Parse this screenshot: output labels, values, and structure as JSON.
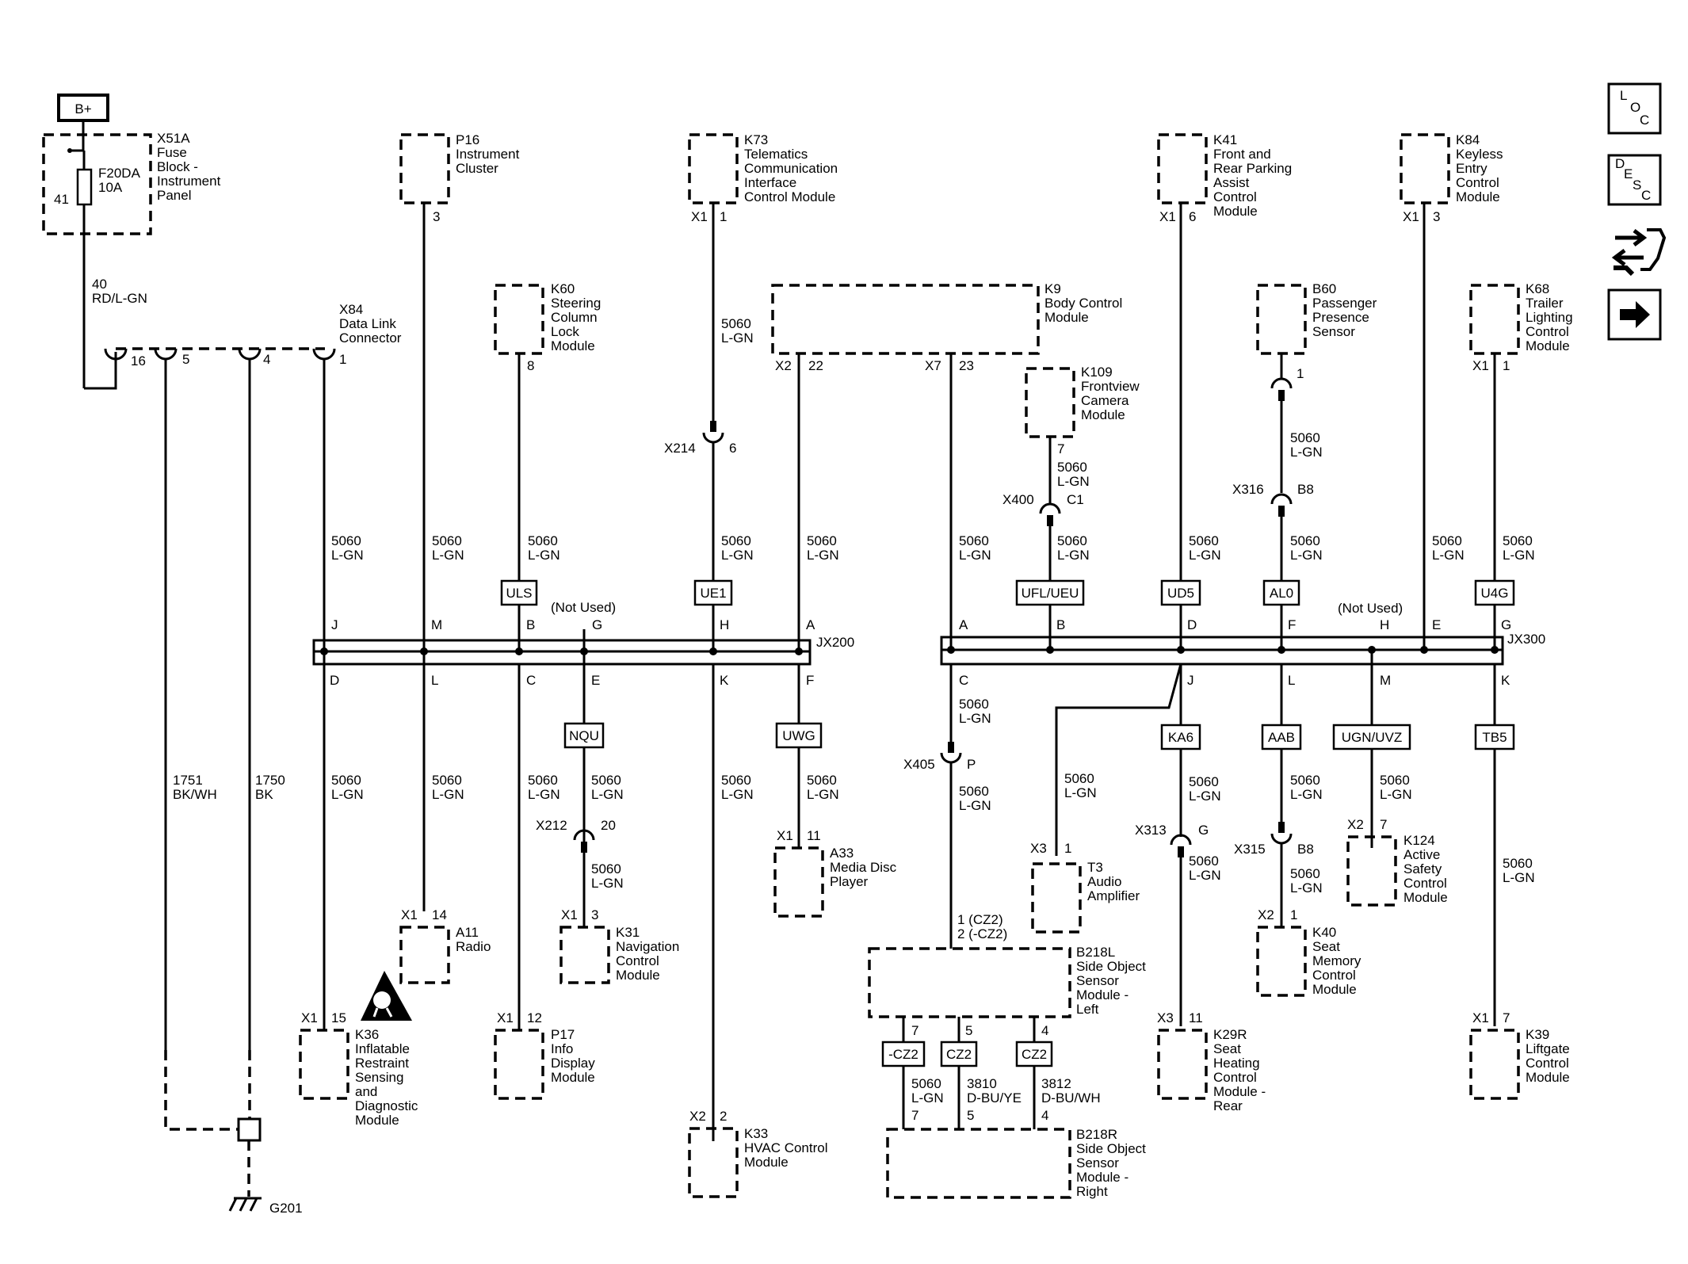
{
  "source": {
    "b_plus": "B+",
    "fuse_block_lines": [
      "X51A",
      "Fuse",
      "Block -",
      "Instrument",
      "Panel"
    ],
    "fuse_lines": [
      "F20DA",
      "10A"
    ],
    "fuse_pin": "41",
    "wire_top": [
      "40",
      "RD/L-GN"
    ]
  },
  "dlc": {
    "lines": [
      "X84",
      "Data Link",
      "Connector"
    ],
    "pins": [
      "16",
      "5",
      "4",
      "1"
    ]
  },
  "modules": {
    "p16": [
      "P16",
      "Instrument",
      "Cluster"
    ],
    "k73": [
      "K73",
      "Telematics",
      "Communication",
      "Interface",
      "Control Module"
    ],
    "k41": [
      "K41",
      "Front and",
      "Rear Parking",
      "Assist",
      "Control",
      "Module"
    ],
    "k84": [
      "K84",
      "Keyless",
      "Entry",
      "Control",
      "Module"
    ],
    "k60": [
      "K60",
      "Steering",
      "Column",
      "Lock",
      "Module"
    ],
    "k9": [
      "K9",
      "Body Control",
      "Module"
    ],
    "b60": [
      "B60",
      "Passenger",
      "Presence",
      "Sensor"
    ],
    "k68": [
      "K68",
      "Trailer",
      "Lighting",
      "Control",
      "Module"
    ],
    "k109": [
      "K109",
      "Frontview",
      "Camera",
      "Module"
    ],
    "a11": [
      "A11",
      "Radio"
    ],
    "k36": [
      "K36",
      "Inflatable",
      "Restraint",
      "Sensing",
      "and",
      "Diagnostic",
      "Module"
    ],
    "p17": [
      "P17",
      "Info",
      "Display",
      "Module"
    ],
    "k31": [
      "K31",
      "Navigation",
      "Control",
      "Module"
    ],
    "a33": [
      "A33",
      "Media Disc",
      "Player"
    ],
    "k33": [
      "K33",
      "HVAC Control",
      "Module"
    ],
    "t3": [
      "T3",
      "Audio",
      "Amplifier"
    ],
    "k124": [
      "K124",
      "Active",
      "Safety",
      "Control",
      "Module"
    ],
    "k40": [
      "K40",
      "Seat",
      "Memory",
      "Control",
      "Module"
    ],
    "k29r": [
      "K29R",
      "Seat",
      "Heating",
      "Control",
      "Module -",
      "Rear"
    ],
    "k39": [
      "K39",
      "Liftgate",
      "Control",
      "Module"
    ],
    "b218l": [
      "B218L",
      "Side Object",
      "Sensor",
      "Module -",
      "Left"
    ],
    "b218r": [
      "B218R",
      "Side Object",
      "Sensor",
      "Module -",
      "Right"
    ]
  },
  "pins": {
    "p16": "3",
    "k73_conn": "X1",
    "k73": "1",
    "k41_conn": "X1",
    "k41": "6",
    "k84_conn": "X1",
    "k84": "3",
    "k60": "8",
    "k9_x2": "X2",
    "k9_22": "22",
    "k9_x7": "X7",
    "k9_23": "23",
    "b60": "1",
    "k68_conn": "X1",
    "k68": "1",
    "k109": "7",
    "a11_conn": "X1",
    "a11": "14",
    "k36_conn": "X1",
    "k36": "15",
    "p17_conn": "X1",
    "p17": "12",
    "k31_conn": "X1",
    "k31": "3",
    "a33_conn": "X1",
    "a33": "11",
    "k33_conn": "X2",
    "k33": "2",
    "t3_conn": "X3",
    "t3": "1",
    "k124_conn": "X2",
    "k124": "7",
    "k40_conn": "X2",
    "k40": "1",
    "k29r_conn": "X3",
    "k29r": "11",
    "k39_conn": "X1",
    "k39": "7",
    "b218l_a": "1 (CZ2)",
    "b218l_b": "2 (-CZ2)",
    "b218l_p1": "7",
    "b218l_p2": "5",
    "b218l_p3": "4",
    "b218r_p1": "7",
    "b218r_p2": "5",
    "b218r_p3": "4"
  },
  "inline": {
    "x214": "X214",
    "x214_pin": "6",
    "x400": "X400",
    "x400_pin": "C1",
    "x316": "X316",
    "x316_pin": "B8",
    "x405": "X405",
    "x405_pin": "P",
    "x212": "X212",
    "x212_pin": "20",
    "x313": "X313",
    "x313_pin": "G",
    "x315": "X315",
    "x315_pin": "B8"
  },
  "wire": {
    "num": "5060",
    "color": "L-GN",
    "w1751": "1751",
    "c1751": "BK/WH",
    "w1750": "1750",
    "c1750": "BK",
    "w3810": "3810",
    "c3810": "D-BU/YE",
    "w3812": "3812",
    "c3812": "D-BU/WH"
  },
  "splices": {
    "jx200": "JX200",
    "jx300": "JX300",
    "not_used": "(Not Used)",
    "jx200_top": [
      "J",
      "M",
      "B",
      "G",
      "H",
      "A"
    ],
    "jx200_bot": [
      "D",
      "L",
      "C",
      "E",
      "K",
      "F"
    ],
    "jx300_top": [
      "A",
      "B",
      "D",
      "F",
      "H",
      "E",
      "G"
    ],
    "jx300_bot": [
      "C",
      "J",
      "L",
      "M",
      "K"
    ]
  },
  "badges": {
    "uls": "ULS",
    "ue1": "UE1",
    "ufl": "UFL/UEU",
    "ud5": "UD5",
    "al0": "AL0",
    "u4g": "U4G",
    "nqu": "NQU",
    "uwg": "UWG",
    "ka6": "KA6",
    "aab": "AAB",
    "ugn": "UGN/UVZ",
    "tb5": "TB5",
    "mcz2": "-CZ2",
    "cz2a": "CZ2",
    "cz2b": "CZ2"
  },
  "ground": "G201",
  "side_buttons": {
    "loc": [
      "L",
      "O",
      "C"
    ],
    "desc": [
      "D",
      "E",
      "S",
      "C"
    ]
  }
}
